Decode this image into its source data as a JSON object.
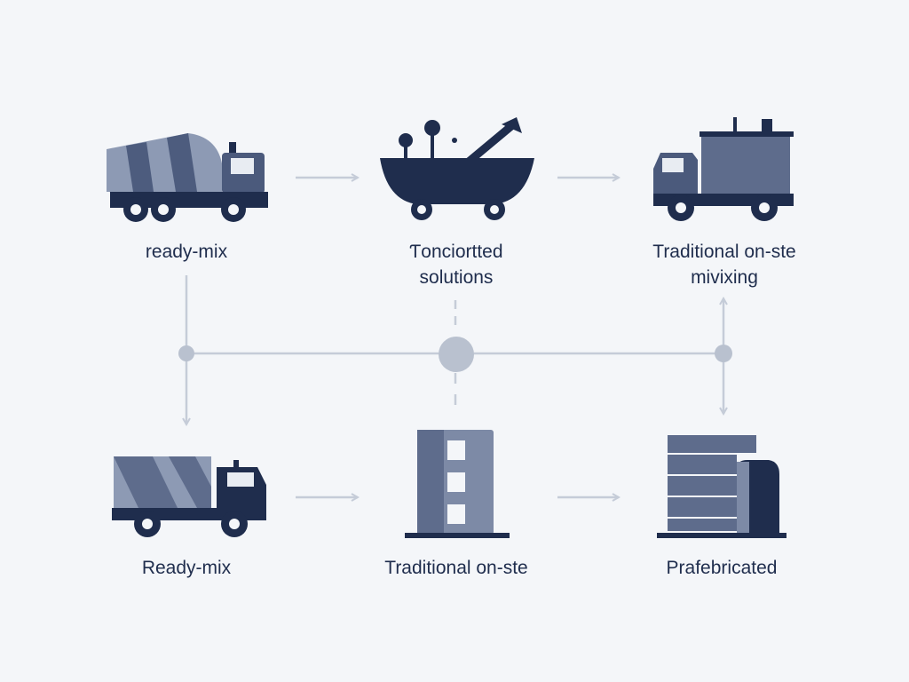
{
  "colors": {
    "background": "#f4f6f9",
    "navy": "#1f2d4d",
    "slate": "#5e6c8c",
    "steel": "#7d8aa6",
    "light_steel": "#a3aec3",
    "connector": "#c5ccd8",
    "node_dot": "#b9c1cf"
  },
  "nodes": [
    {
      "id": "top-left",
      "icon": "cement-mixer-truck-icon",
      "label_lines": [
        "ready-mix"
      ]
    },
    {
      "id": "top-center",
      "icon": "mixer-cart-icon",
      "label_lines": [
        "Ƭonciortted",
        "solutions"
      ]
    },
    {
      "id": "top-right",
      "icon": "box-truck-icon",
      "label_lines": [
        "Traditional on-ste",
        "mivixing"
      ]
    },
    {
      "id": "bottom-left",
      "icon": "delivery-truck-icon",
      "label_lines": [
        "Ready-mix"
      ]
    },
    {
      "id": "bottom-center",
      "icon": "column-block-icon",
      "label_lines": [
        "Traditional on-ste"
      ]
    },
    {
      "id": "bottom-right",
      "icon": "prefab-panels-icon",
      "label_lines": [
        "Prafebricated"
      ]
    }
  ]
}
